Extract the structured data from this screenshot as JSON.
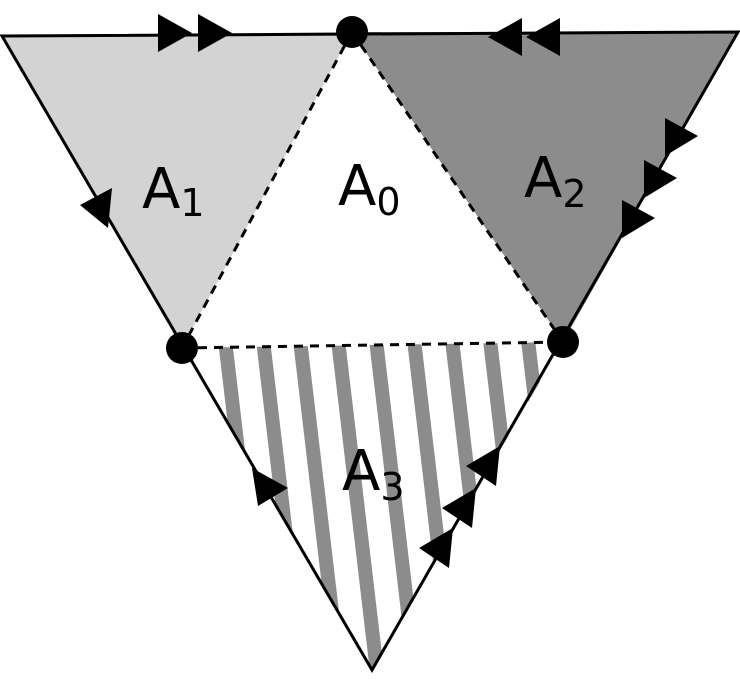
{
  "regions": [
    {
      "id": "A0",
      "letter": "A",
      "index": "0",
      "fill": "#ffffff"
    },
    {
      "id": "A1",
      "letter": "A",
      "index": "1",
      "fill": "#d3d3d3"
    },
    {
      "id": "A2",
      "letter": "A",
      "index": "2",
      "fill": "#8c8c8c"
    },
    {
      "id": "A3",
      "letter": "A",
      "index": "3",
      "fill": "hatched",
      "stripe_color": "#8c8c8c"
    }
  ],
  "colors": {
    "edge": "#000000",
    "vertex": "#000000",
    "arrow": "#000000"
  },
  "edge_styles": {
    "outer": "solid",
    "inner": "dashed"
  },
  "arrow_groups": [
    {
      "edge": "top-left",
      "count": 2,
      "pointing": "right"
    },
    {
      "edge": "top-right",
      "count": 2,
      "pointing": "left"
    },
    {
      "edge": "upper-left-side",
      "count": 1,
      "pointing": "up"
    },
    {
      "edge": "upper-right-side",
      "count": 3,
      "pointing": "up"
    },
    {
      "edge": "lower-left-side",
      "count": 1,
      "pointing": "down"
    },
    {
      "edge": "lower-right-side",
      "count": 3,
      "pointing": "down"
    }
  ],
  "vertex_count": 3
}
